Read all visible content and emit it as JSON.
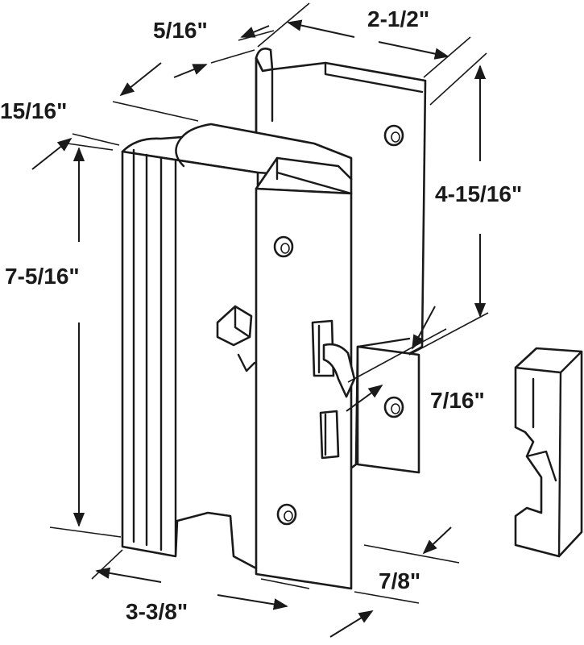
{
  "dimensions": {
    "top_slot": "5/16\"",
    "plate_width": "2-1/2\"",
    "handle_depth": "15/16\"",
    "plate_height": "4-15/16\"",
    "handle_height": "7-5/16\"",
    "latch_offset": "7/16\"",
    "handle_width": "3-3/8\"",
    "lock_depth": "7/8\""
  },
  "icons": {
    "mounting_screw": "screw-hole-icon",
    "dimension_arrow": "arrow-icon"
  },
  "colors": {
    "line": "#1a1a1a",
    "fill": "#ffffff"
  }
}
